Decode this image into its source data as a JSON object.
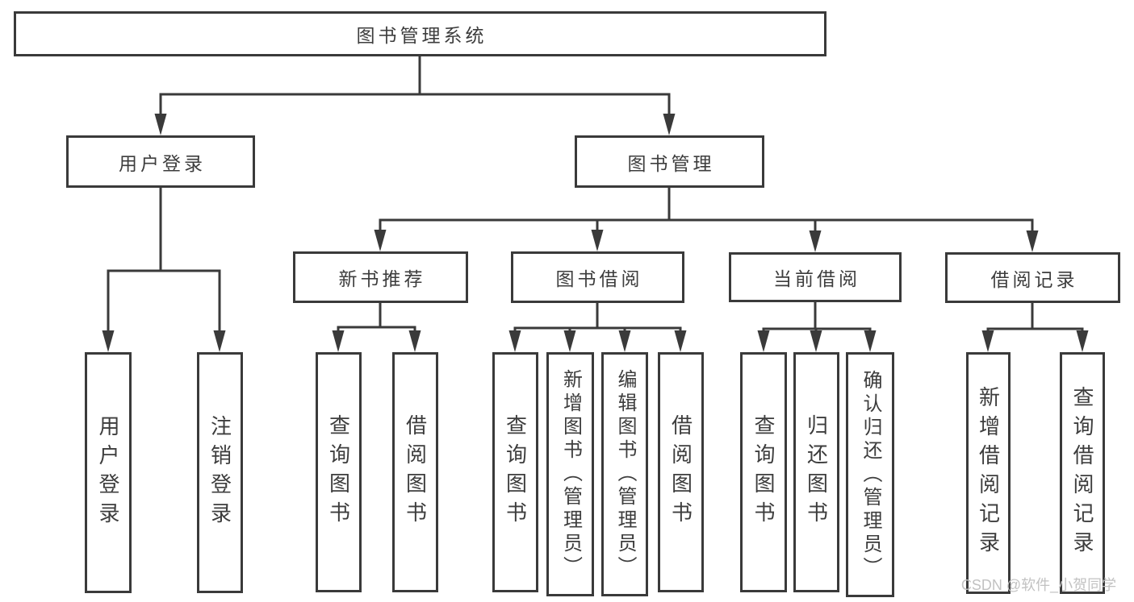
{
  "diagram": {
    "root": {
      "label": "图书管理系统"
    },
    "branches": [
      {
        "id": "user-login",
        "label": "用户登录",
        "children": [
          {
            "label": "用户登录"
          },
          {
            "label": "注销登录"
          }
        ]
      },
      {
        "id": "book-management",
        "label": "图书管理",
        "sections": [
          {
            "id": "new-book-recommend",
            "label": "新书推荐",
            "children": [
              {
                "label": "查询图书"
              },
              {
                "label": "借阅图书"
              }
            ]
          },
          {
            "id": "book-borrowing",
            "label": "图书借阅",
            "children": [
              {
                "label": "查询图书"
              },
              {
                "label": "新增图书（管理员）"
              },
              {
                "label": "编辑图书（管理员）"
              },
              {
                "label": "借阅图书"
              }
            ]
          },
          {
            "id": "current-borrowing",
            "label": "当前借阅",
            "children": [
              {
                "label": "查询图书"
              },
              {
                "label": "归还图书"
              },
              {
                "label": "确认归还（管理员）"
              }
            ]
          },
          {
            "id": "borrowing-records",
            "label": "借阅记录",
            "children": [
              {
                "label": "新增借阅记录"
              },
              {
                "label": "查询借阅记录"
              }
            ]
          }
        ]
      }
    ]
  },
  "watermark": {
    "text": "CSDN @软件_小贺同学"
  },
  "colors": {
    "line": "#3a3a3a",
    "text": "#3d3d3d",
    "watermark": "#c2c2c2",
    "page_background": "#ffffff"
  }
}
